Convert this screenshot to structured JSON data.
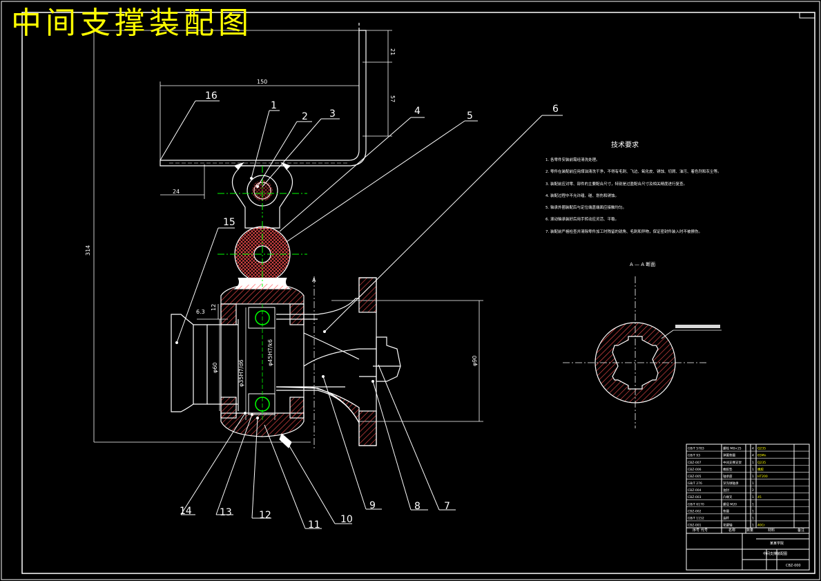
{
  "title": "中间支撑装配图",
  "dimensions": {
    "d21": "21",
    "d57": "57",
    "d150": "150",
    "d24": "24",
    "d314": "314",
    "d63": "6.3",
    "d12": "12",
    "d60": "φ60",
    "d8": "φ35H7/d6",
    "d14": "φ45H7/k6",
    "d90": "φ90"
  },
  "section_marker": "A",
  "section_title": "A — A 断面",
  "balloons": [
    "1",
    "2",
    "3",
    "4",
    "5",
    "6",
    "7",
    "8",
    "9",
    "10",
    "11",
    "12",
    "13",
    "14",
    "15",
    "16"
  ],
  "tech": {
    "title": "技术要求",
    "items": [
      "1. 各零件安装前需经清洗处理。",
      "2. 零件在装配前应用煤油清洗干净，不得有毛刺、飞边、氧化皮、锈蚀、切屑、油污、着色剂和灰尘等。",
      "3. 装配前应对零、部件的主要配合尺寸，特别是过盈配合尺寸及相关精度进行复查。",
      "4. 装配过程中不允许磕、碰、划伤和锈蚀。",
      "5. 轴承外圈装配后与定位端盖端面应接触均匀。",
      "6. 滚动轴承装好后用手转动应灵活、平稳。",
      "7. 装配前严格检查并清除零件加工时残留的锐角、毛刺和异物，保证密封件装入时不被擦伤。"
    ]
  },
  "title_block": {
    "drawing_name": "中间支撑装配图",
    "code": "CBZ-000",
    "school": "某某学院",
    "parts": [
      {
        "code": "GB/T 5783",
        "name": "螺栓 M8×25",
        "qty": "4",
        "mat": "Q235"
      },
      {
        "code": "GB/T 93",
        "name": "弹簧垫圈",
        "qty": "4",
        "mat": "65Mn"
      },
      {
        "code": "CBZ-007",
        "name": "中间支撑支架",
        "qty": "1",
        "mat": "Q235"
      },
      {
        "code": "CBZ-006",
        "name": "橡胶垫",
        "qty": "1",
        "mat": "橡胶"
      },
      {
        "code": "CBZ-005",
        "name": "轴承座",
        "qty": "1",
        "mat": "HT200"
      },
      {
        "code": "GB/T 276",
        "name": "深沟球轴承",
        "qty": "1",
        "mat": ""
      },
      {
        "code": "CBZ-004",
        "name": "油封",
        "qty": "2",
        "mat": ""
      },
      {
        "code": "CBZ-003",
        "name": "凸缘叉",
        "qty": "1",
        "mat": "45"
      },
      {
        "code": "GB/T 6170",
        "name": "螺母 M20",
        "qty": "1",
        "mat": ""
      },
      {
        "code": "CBZ-002",
        "name": "垫圈",
        "qty": "1",
        "mat": ""
      },
      {
        "code": "GB/T 1152",
        "name": "油杯",
        "qty": "1",
        "mat": ""
      },
      {
        "code": "CBZ-001",
        "name": "花键轴",
        "qty": "1",
        "mat": "40Cr"
      }
    ],
    "header": [
      "序号",
      "代号",
      "名称",
      "数量",
      "材料",
      "备注"
    ]
  },
  "colors": {
    "line": "#ffffff",
    "accent": "#ffff00",
    "green": "#00ff00",
    "hatch": "#ff4040"
  }
}
